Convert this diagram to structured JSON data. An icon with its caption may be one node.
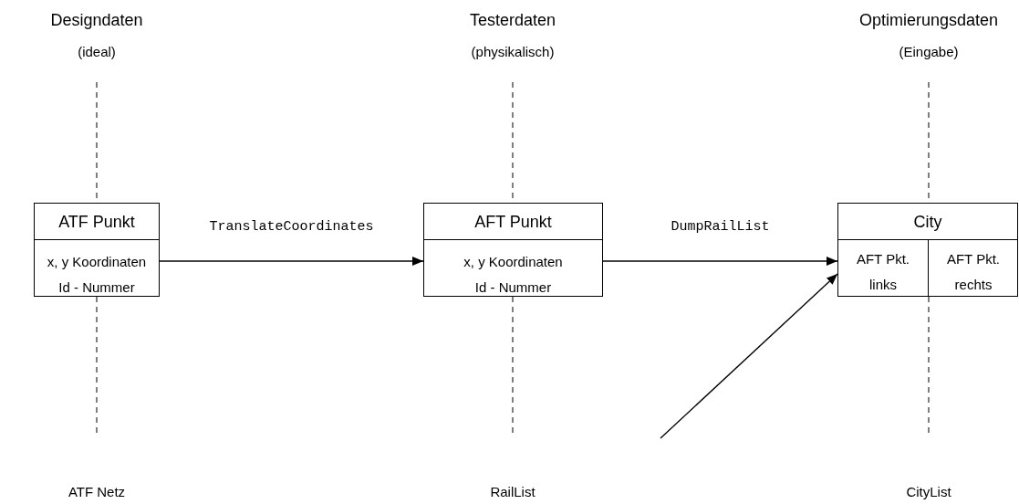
{
  "diagram": {
    "nodes": [
      {
        "text": [
          "ATF Punkt",
          "x, y Koordinaten Id - Nummer"
        ]
      },
      {
        "text": [
          "AFT Punkt",
          "x, y Koordinaten Id - Nummer"
        ]
      },
      {
        "text": [
          "City"
        ]
      },
      {
        "text": [
          "AFT Pkt. links"
        ],
        "in": 2
      },
      {
        "text": [
          "AFT Pkt. rechts"
        ],
        "in": 2
      }
    ],
    "edges": [
      {
        "from": 0,
        "to": 1,
        "arrow": "to",
        "label": "TranslateCoordinates"
      },
      {
        "from": 1,
        "to": 2,
        "arrow": "to",
        "label": "DumpRailList"
      },
      {
        "from": null,
        "to": 2,
        "arrow": "to"
      }
    ],
    "labels": [
      "Designdaten",
      "Testerdaten",
      "Optimierungsdaten",
      "(ideal)",
      "(physikalisch)",
      "(Eingabe)",
      "ATF Netz",
      "RailList",
      "CityList"
    ]
  }
}
